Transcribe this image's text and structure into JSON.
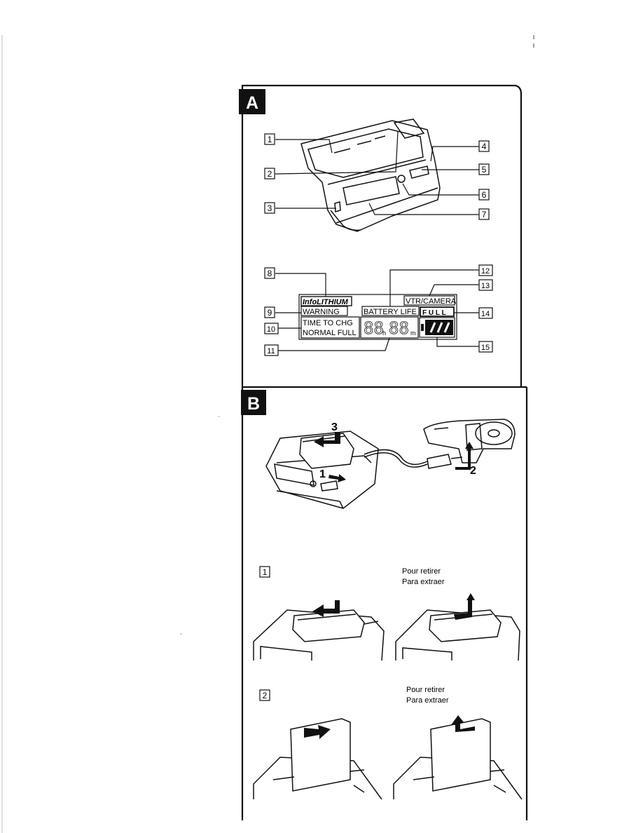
{
  "sections": {
    "a": {
      "badge": "A",
      "callouts": [
        "1",
        "2",
        "3",
        "4",
        "5",
        "6",
        "7"
      ],
      "display": {
        "callouts": [
          "8",
          "9",
          "10",
          "11",
          "12",
          "13",
          "14",
          "15"
        ],
        "info_lithium": "InfoLITHIUM",
        "warning": "WARNING",
        "time_to_chg": "TIME TO CHG",
        "normal_full": "NORMAL FULL",
        "battery_life": "BATTERY LIFE",
        "vtr_camera": "VTR/CAMERA",
        "full": "F U L L",
        "digits": "88",
        "digits2": "88",
        "h_unit": "h",
        "m_unit": "m"
      }
    },
    "b": {
      "badge": "B",
      "steps": [
        "1",
        "2",
        "3"
      ],
      "sub1": "1",
      "sub2": "2",
      "remove_fr": "Pour retirer",
      "remove_es": "Para extraer"
    }
  },
  "colors": {
    "ink": "#111111",
    "paper": "#ffffff"
  }
}
